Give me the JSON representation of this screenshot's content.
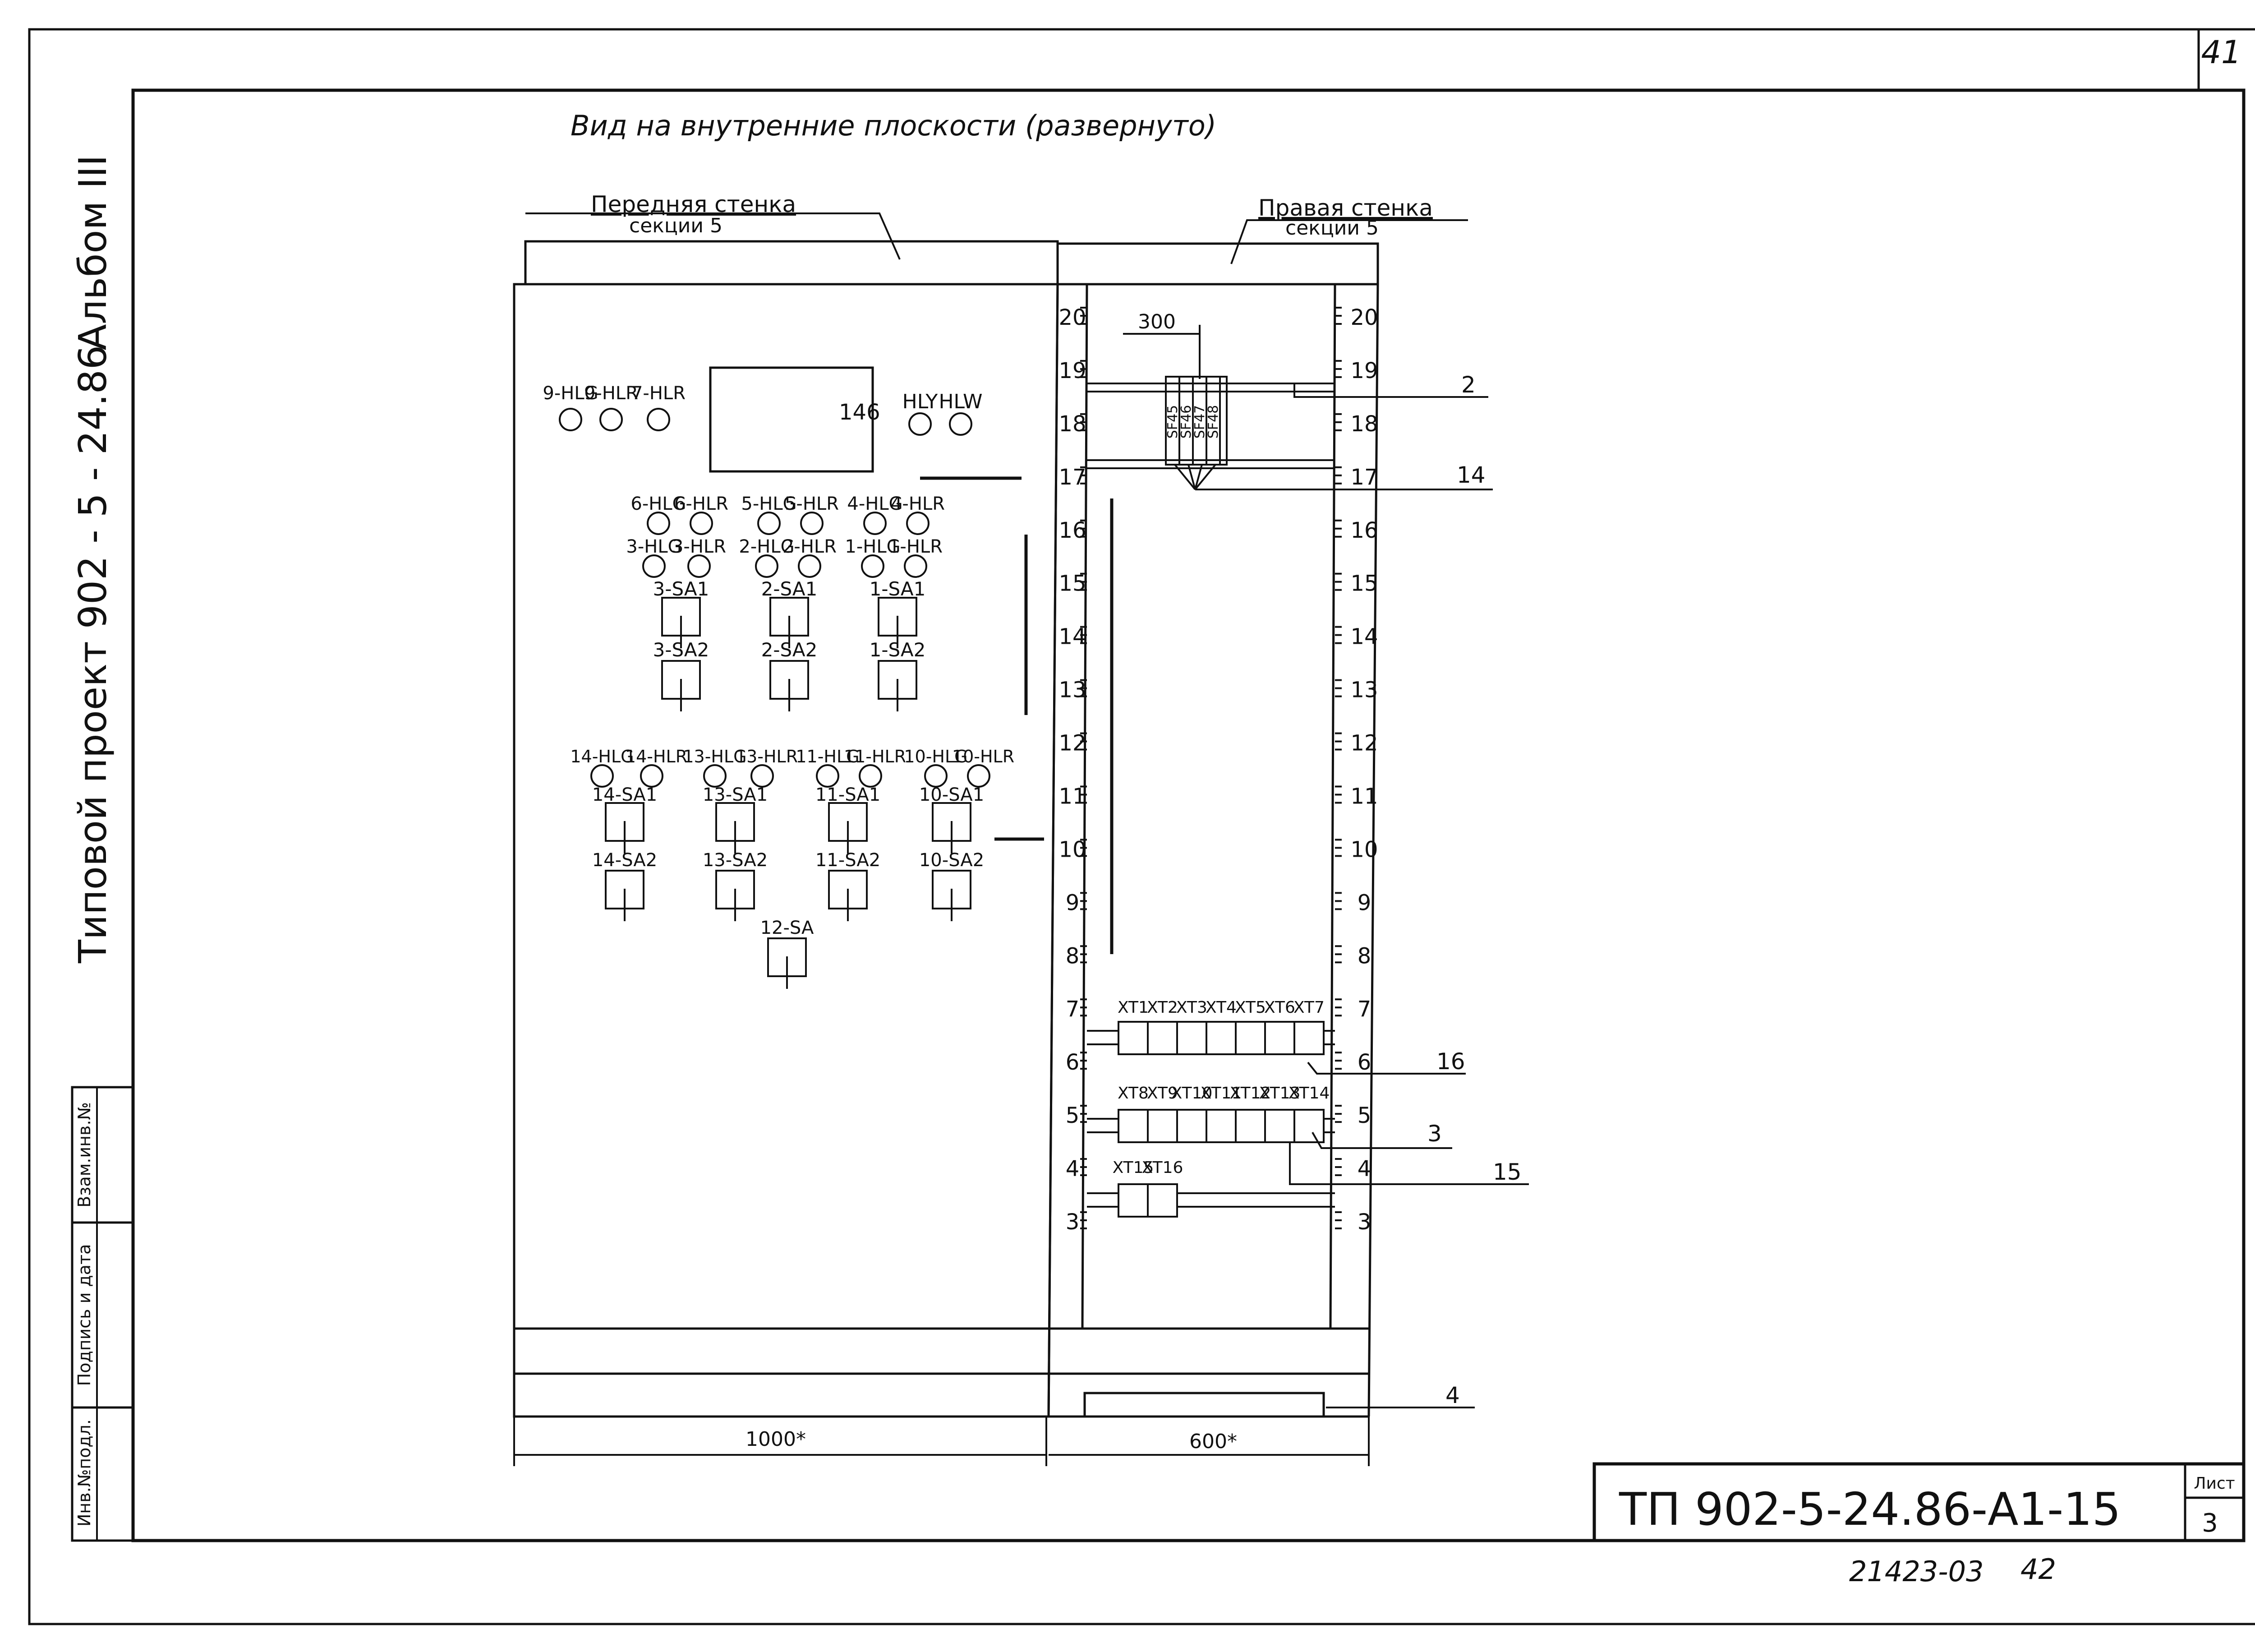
{
  "sheet": {
    "top_right_number": "41",
    "title": "Вид на внутренние плоскости (развернуто)",
    "front_wall_label": "Передняя стенка",
    "front_wall_sub": "секции 5",
    "right_wall_label": "Правая стенка",
    "right_wall_sub": "секции 5",
    "project_code": "ТП 902-5-24.86-А1-15",
    "sheet_label": "Лист",
    "sheet_number": "3",
    "footer_code": "21423-03",
    "footer_number": "42"
  },
  "side_stamp": {
    "album_text": "Альбом III",
    "project_text": "Типовой проект 902 - 5 - 24.86",
    "cells": [
      "Взам.инв.№",
      "Подпись и дата",
      "Инв.№подл."
    ]
  },
  "front_panel": {
    "device_label": "146",
    "top_lamps": [
      "9-HLG",
      "9-HLR",
      "7-HLR"
    ],
    "top_right_lamps": [
      "HLY",
      "HLW"
    ],
    "lamp_row_1": [
      "6-HLG",
      "6-HLR",
      "5-HLG",
      "5-HLR",
      "4-HLG",
      "4-HLR"
    ],
    "lamp_row_2": [
      "3-HLG",
      "3-HLR",
      "2-HLG",
      "2-HLR",
      "1-HLG",
      "1-HLR"
    ],
    "switch_row_1": [
      "3-SA1",
      "2-SA1",
      "1-SA1"
    ],
    "switch_row_2": [
      "3-SA2",
      "2-SA2",
      "1-SA2"
    ],
    "lamp_row_3": [
      "14-HLG",
      "14-HLR",
      "13-HLG",
      "13-HLR",
      "11-HLG",
      "11-HLR",
      "10-HLG",
      "10-HLR"
    ],
    "switch_row_3": [
      "14-SA1",
      "13-SA1",
      "11-SA1",
      "10-SA1"
    ],
    "switch_row_4": [
      "14-SA2",
      "13-SA2",
      "11-SA2",
      "10-SA2"
    ],
    "switch_single": "12-SA",
    "width_dim": "1000*"
  },
  "right_panel": {
    "scale_numbers": [
      "20",
      "19",
      "18",
      "17",
      "16",
      "15",
      "14",
      "13",
      "12",
      "11",
      "10",
      "9",
      "8",
      "7",
      "6",
      "5",
      "4",
      "3"
    ],
    "dim_300": "300",
    "breaker_labels": [
      "SF45",
      "SF46",
      "SF47",
      "SF48"
    ],
    "terminal_row_1": [
      "XT1",
      "XT2",
      "XT3",
      "XT4",
      "XT5",
      "XT6",
      "XT7"
    ],
    "terminal_row_2": [
      "XT8",
      "XT9",
      "XT10",
      "XT11",
      "XT12",
      "XT13",
      "XT14"
    ],
    "terminal_row_3": [
      "XT15",
      "XT16"
    ],
    "width_dim": "600*"
  },
  "callouts": [
    "2",
    "14",
    "16",
    "3",
    "15",
    "4"
  ]
}
